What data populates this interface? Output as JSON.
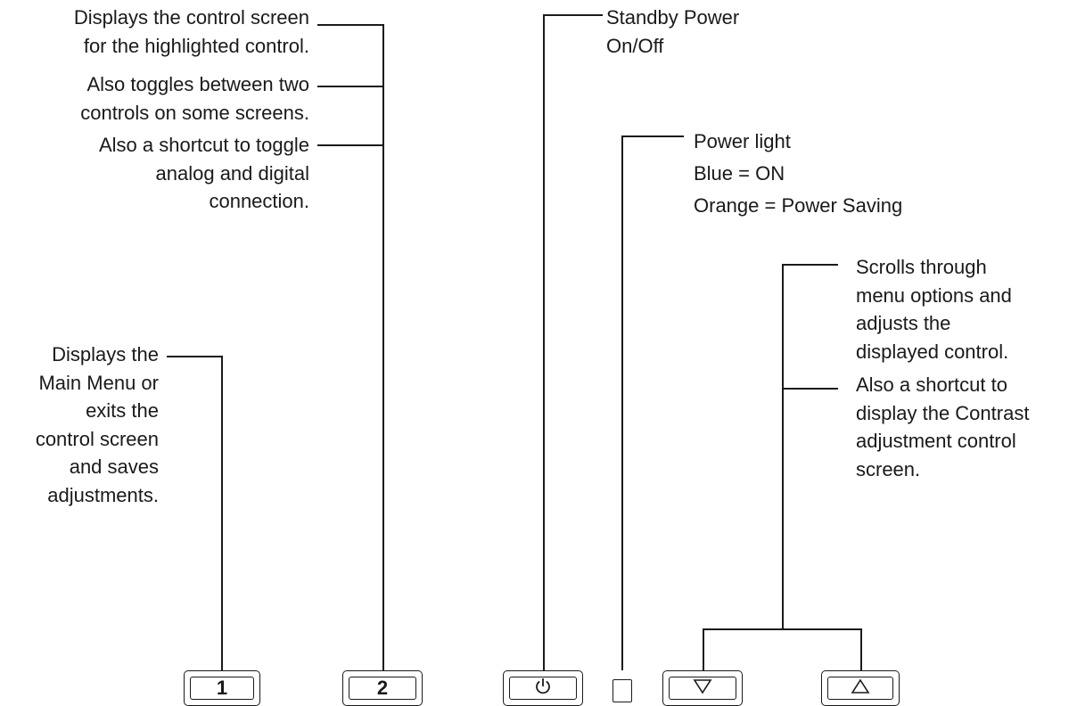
{
  "callouts": {
    "display_control": "Displays the control screen\nfor the highlighted control.",
    "toggle_controls": "Also toggles between two\ncontrols on some screens.",
    "toggle_connection": "Also a shortcut to toggle\nanalog and digital\nconnection.",
    "main_menu": "Displays the\nMain Menu or\nexits the\ncontrol screen\nand saves\nadjustments.",
    "standby_power": "Standby Power\nOn/Off",
    "power_light": "Power light\nBlue = ON\nOrange = Power Saving",
    "scrolls": "Scrolls through\nmenu options and\nadjusts the\ndisplayed control.",
    "contrast": "Also a shortcut to\ndisplay the Contrast\nadjustment control\nscreen."
  },
  "buttons": {
    "button1_label": "1",
    "button2_label": "2",
    "power_icon": "power-icon",
    "down_icon": "triangle-down-icon",
    "up_icon": "triangle-up-icon"
  }
}
